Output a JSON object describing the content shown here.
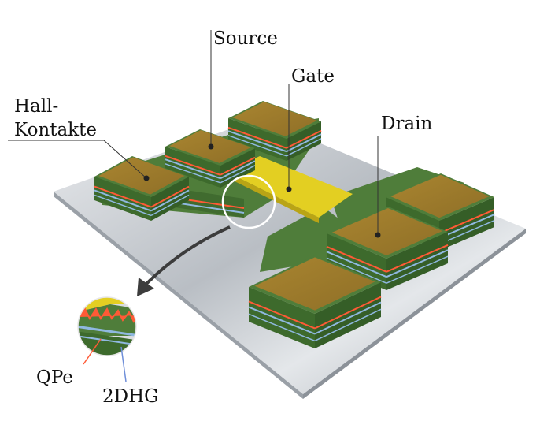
{
  "labels": {
    "source": "Source",
    "gate": "Gate",
    "hall_line1": "Hall-",
    "hall_line2": "Kontakte",
    "drain": "Drain",
    "qpe": "QPe",
    "twodhg": "2DHG"
  },
  "colors": {
    "substrate": "#c9cdd2",
    "pad_top": "#a07c2c",
    "pad_side": "#7d6022",
    "mesa_green": "#4f7d3a",
    "mesa_green_dark": "#3d6a2c",
    "gate_yellow": "#e3cf22",
    "qpe_layer": "#ff5a36",
    "twodhg_layer": "#8fb8e0",
    "arrow": "#3c3c3c"
  }
}
